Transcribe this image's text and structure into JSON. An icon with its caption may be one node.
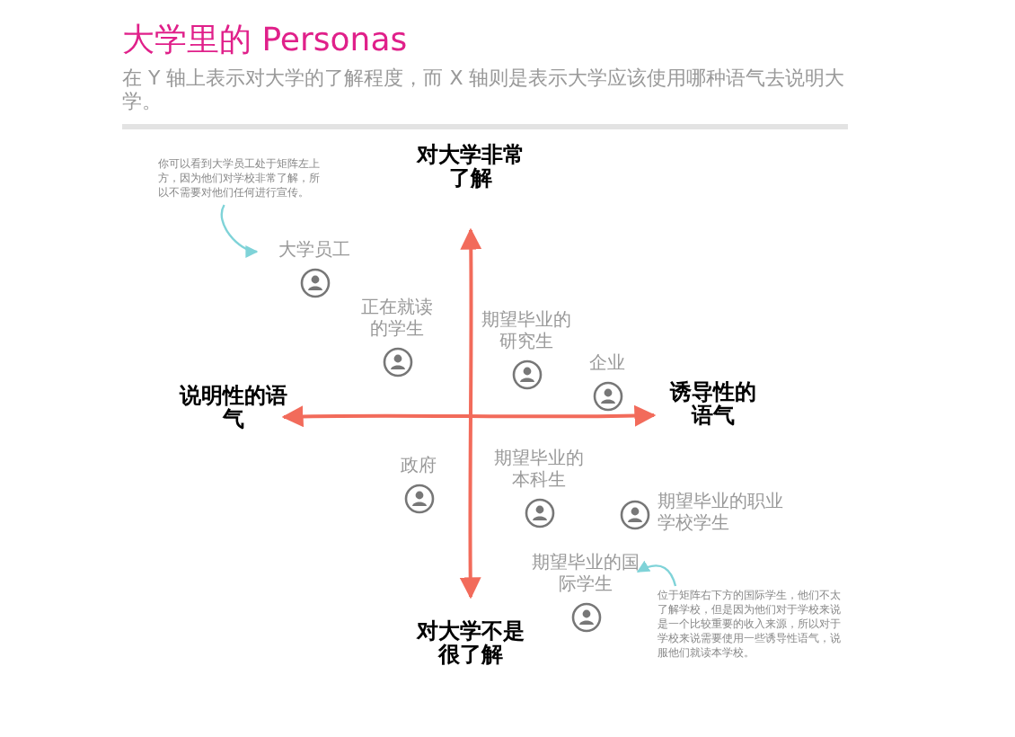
{
  "diagram": {
    "title": "大学里的 Personas",
    "caption": "在 Y 轴上表示对大学的了解程度，而 X 轴则是表示大学应该使用哪种语气去说明大学。",
    "nodes": [
      {
        "text": [
          "你可以看到大学员工处于矩阵左上方，因为他们对学校非常了解，所以不需要对他们任何进行宣传。"
        ]
      },
      {
        "text": [
          "大学员工"
        ]
      },
      {
        "text": [
          "正在就读的学生"
        ]
      },
      {
        "text": [
          "期望毕业的研究生"
        ]
      },
      {
        "text": [
          "企业"
        ]
      },
      {
        "text": [
          "政府"
        ]
      },
      {
        "text": [
          "期望毕业的本科生"
        ]
      },
      {
        "text": [
          "期望毕业的职业学校学生"
        ]
      },
      {
        "text": [
          "期望毕业的国际学生"
        ]
      },
      {
        "text": [
          "位于矩阵右下方的国际学生，他们不太了解学校，但是因为他们对于学校来说是一个比较重要的收入来源，所以对于学校来说需要使用一些诱导性语气，说服他们就读本学校。"
        ]
      }
    ],
    "edges": [
      {
        "from": 0,
        "to": 1,
        "arrow": "to"
      },
      {
        "from": 9,
        "to": 8,
        "arrow": "to"
      }
    ],
    "labels": [
      "对大学非常了解",
      "说明性的语气",
      "诱导性的语气",
      "对大学不是很了解"
    ]
  }
}
